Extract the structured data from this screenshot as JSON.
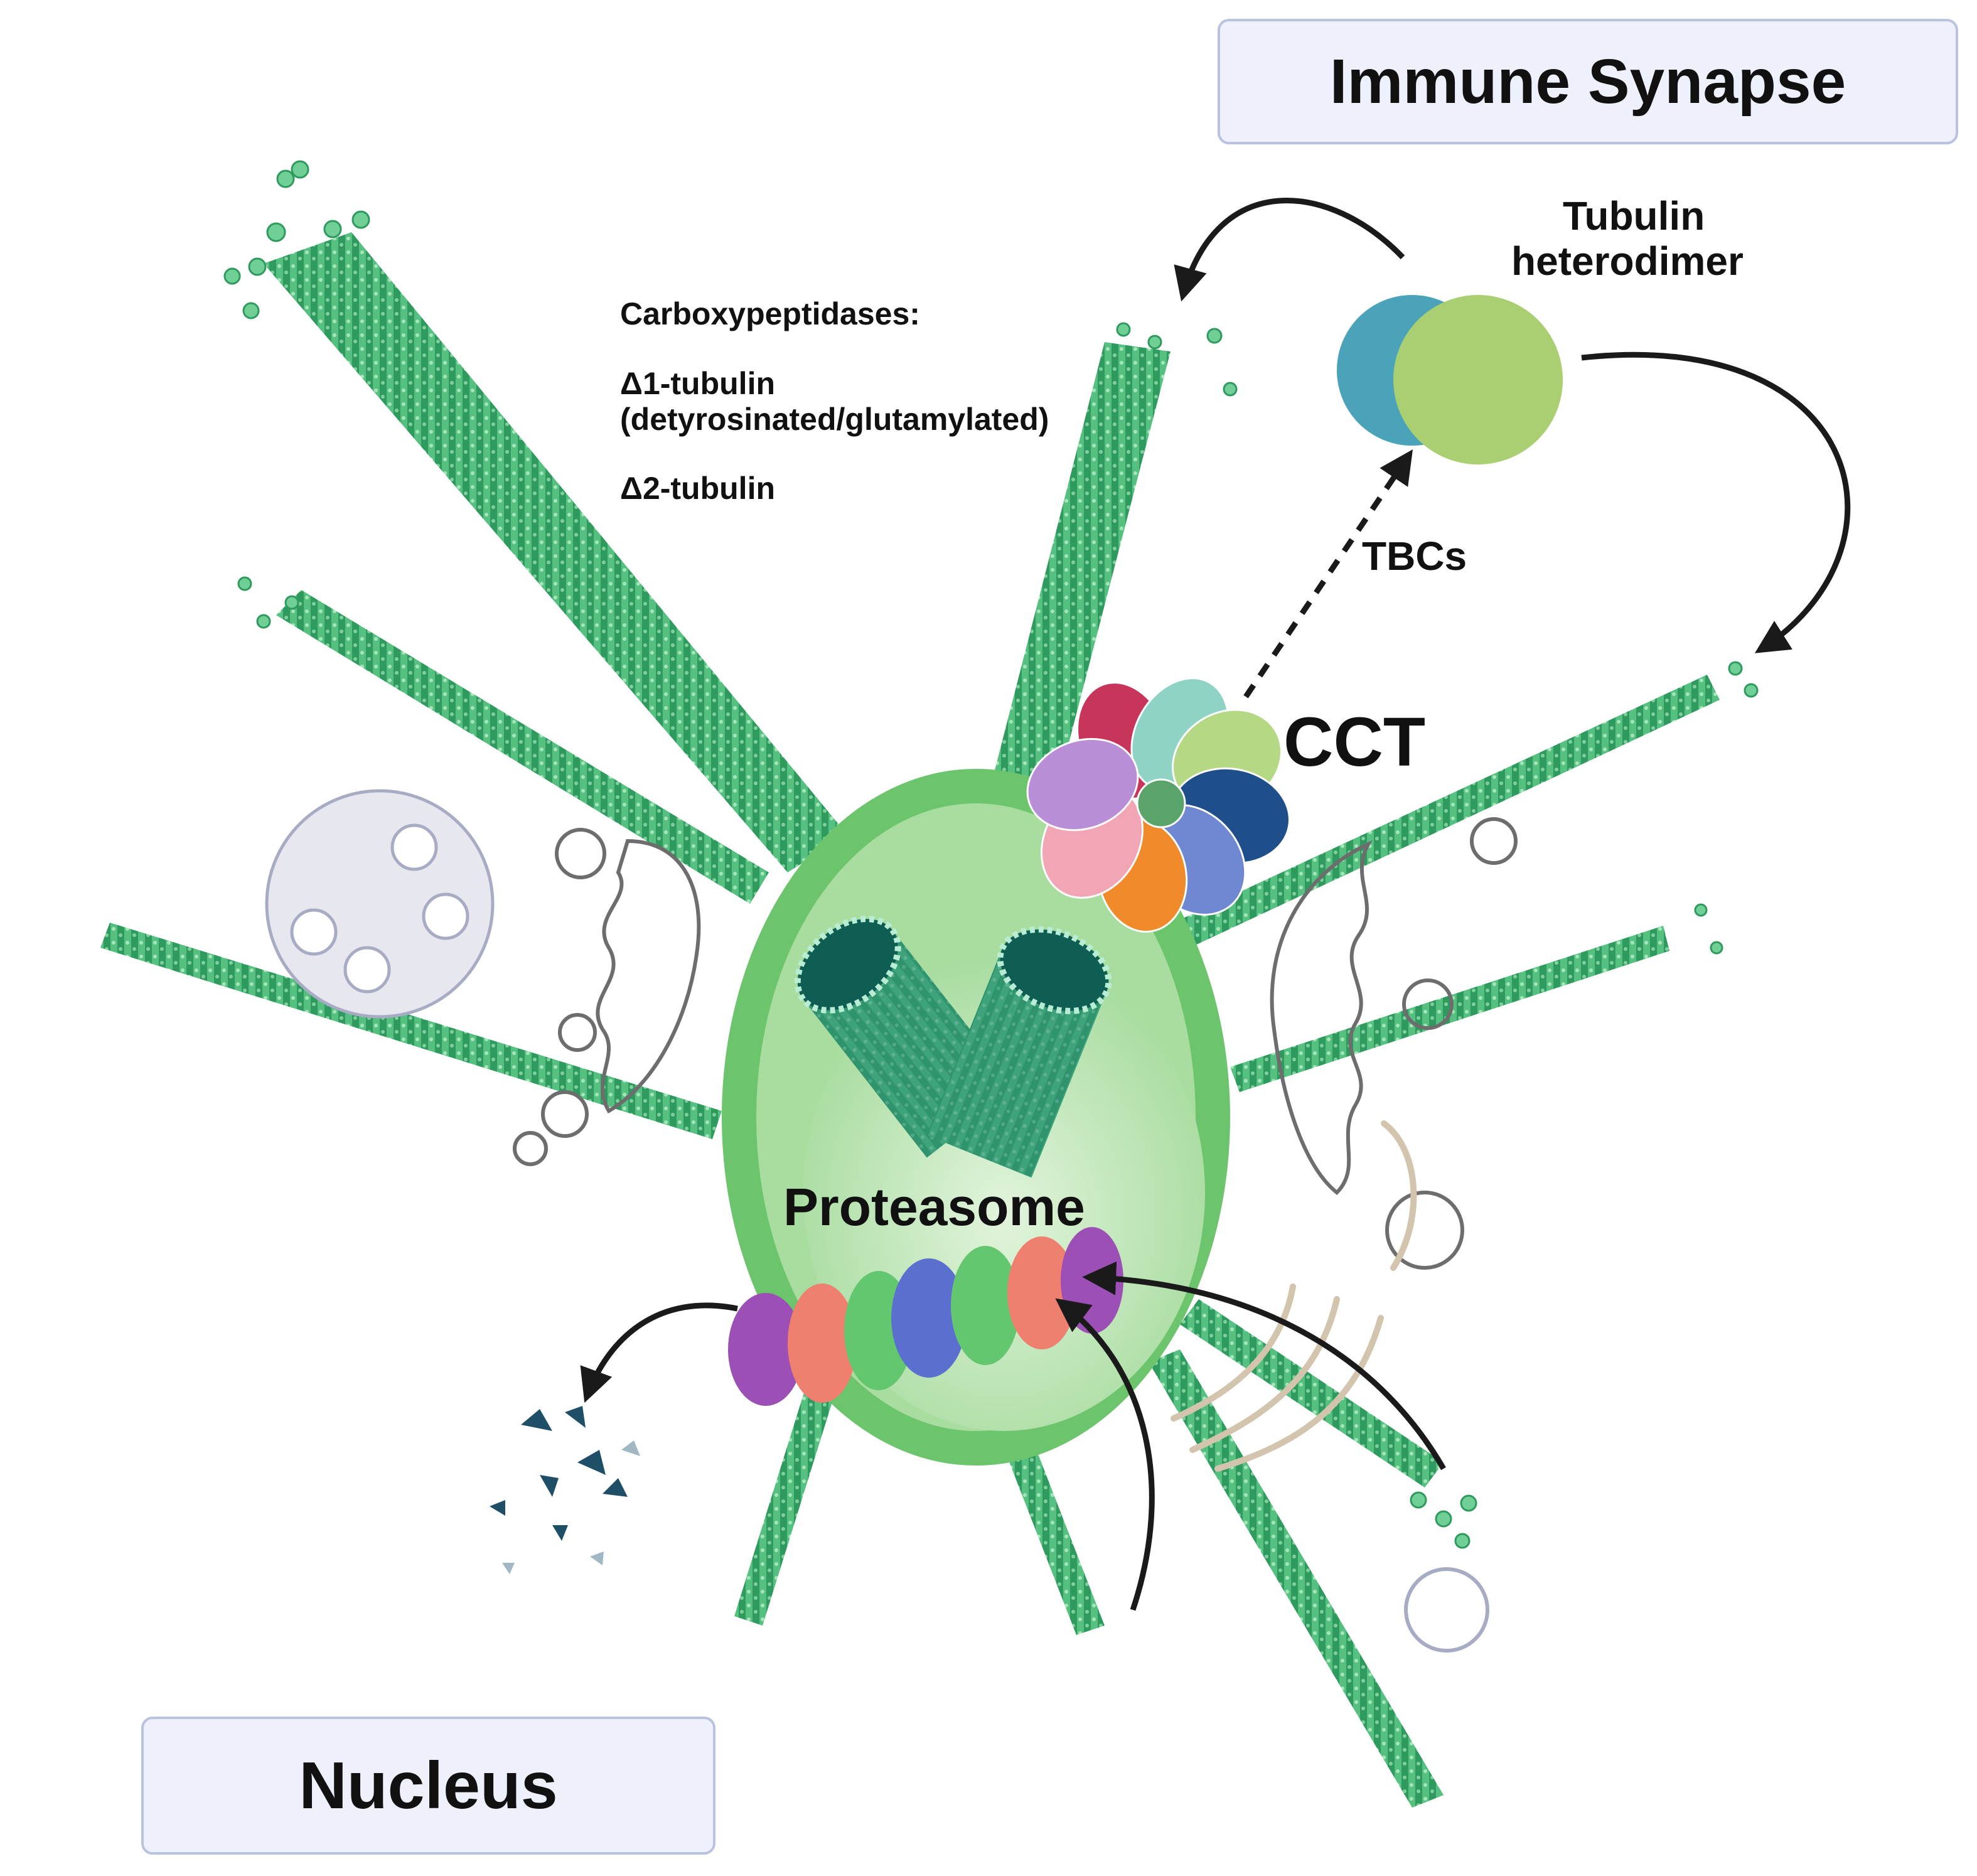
{
  "labels": {
    "immune_synapse": "Immune Synapse",
    "nucleus": "Nucleus",
    "carboxypeptidases": "Carboxypeptidases:",
    "delta1_line1": "Δ1-tubulin",
    "delta1_line2": "(detyrosinated/glutamylated)",
    "delta2": "Δ2-tubulin",
    "tubulin_line1": "Tubulin",
    "tubulin_line2": "heterodimer",
    "tbcs": "TBCs",
    "cct": "CCT",
    "proteasome": "Proteasome"
  },
  "colors": {
    "microtubule": "#3aa86a",
    "microtubule_stripe": "#8fd6a4",
    "centrosome_ring": "#6cc46c",
    "centrosome_inner": "#c4e8c0",
    "tubulin_alpha": "#4aa3b8",
    "tubulin_beta": "#a9cf72",
    "arrow": "#1a1a1a",
    "label_box_fill": "#eef1fb",
    "label_box_border": "#b9c3df"
  }
}
